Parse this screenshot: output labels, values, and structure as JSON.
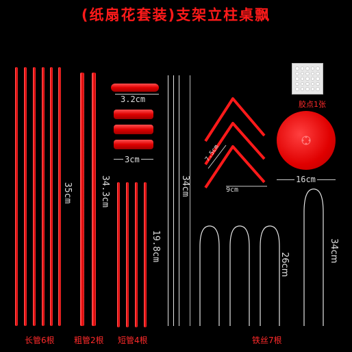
{
  "title": "(纸扇花套装)支架立柱桌飘",
  "labels": {
    "long_tube_length": "35cm",
    "thick_tube_length": "34.3cm",
    "short_tube_length": "19.8cm",
    "connector_length_top": "3.2cm",
    "connector_length": "3cm",
    "rod_length": "34cm",
    "bracket_side": "7.5cm",
    "bracket_base": "9cm",
    "glue_dots": "胶点1张",
    "base_diameter": "16cm",
    "wire_short": "26cm",
    "wire_long": "34cm"
  },
  "captions": {
    "long_tubes": {
      "name": "长管",
      "count": "6",
      "unit": "根"
    },
    "thick_tubes": {
      "name": "粗管",
      "count": "2",
      "unit": "根"
    },
    "short_tubes": {
      "name": "短管",
      "count": "4",
      "unit": "根"
    },
    "wires": {
      "name": "铁丝",
      "count": "7",
      "unit": "根"
    }
  },
  "colors": {
    "accent": "#ff1a1a",
    "background": "#000000"
  }
}
